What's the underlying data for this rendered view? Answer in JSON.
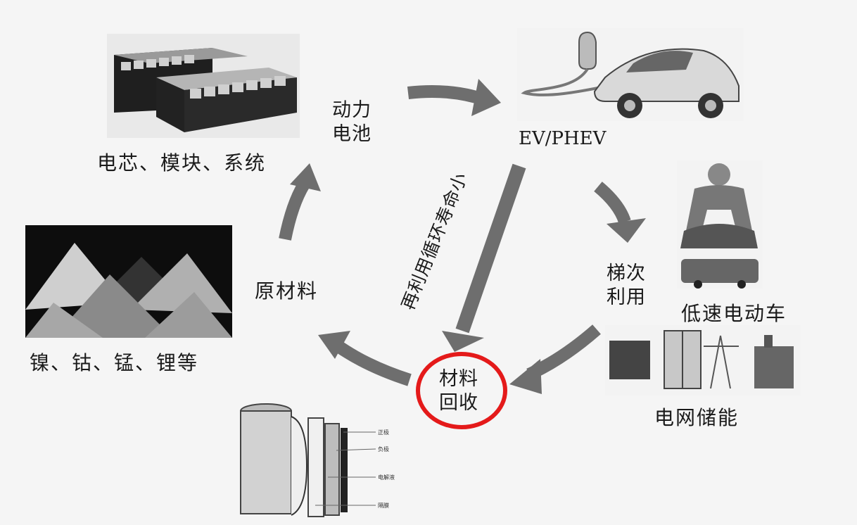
{
  "labels": {
    "power_battery": "动力\n电池",
    "ev_phev": "EV/PHEV",
    "cell_module_system": "电芯、模块、系统",
    "raw_material": "原材料",
    "metals": "镍、钴、锰、锂等",
    "reuse_cycle_life": "再利用循环寿命小",
    "cascade_use": "梯次\n利用",
    "low_speed_ev": "低速电动车",
    "material_recycling": "材料\n回收",
    "grid_storage": "电网储能"
  },
  "battery_layers": [
    "正极",
    "负极",
    "电解液",
    "隔膜"
  ],
  "colors": {
    "arrow": "#6e6e6e",
    "highlight_circle": "#e41a1a",
    "text": "#1a1a1a"
  }
}
